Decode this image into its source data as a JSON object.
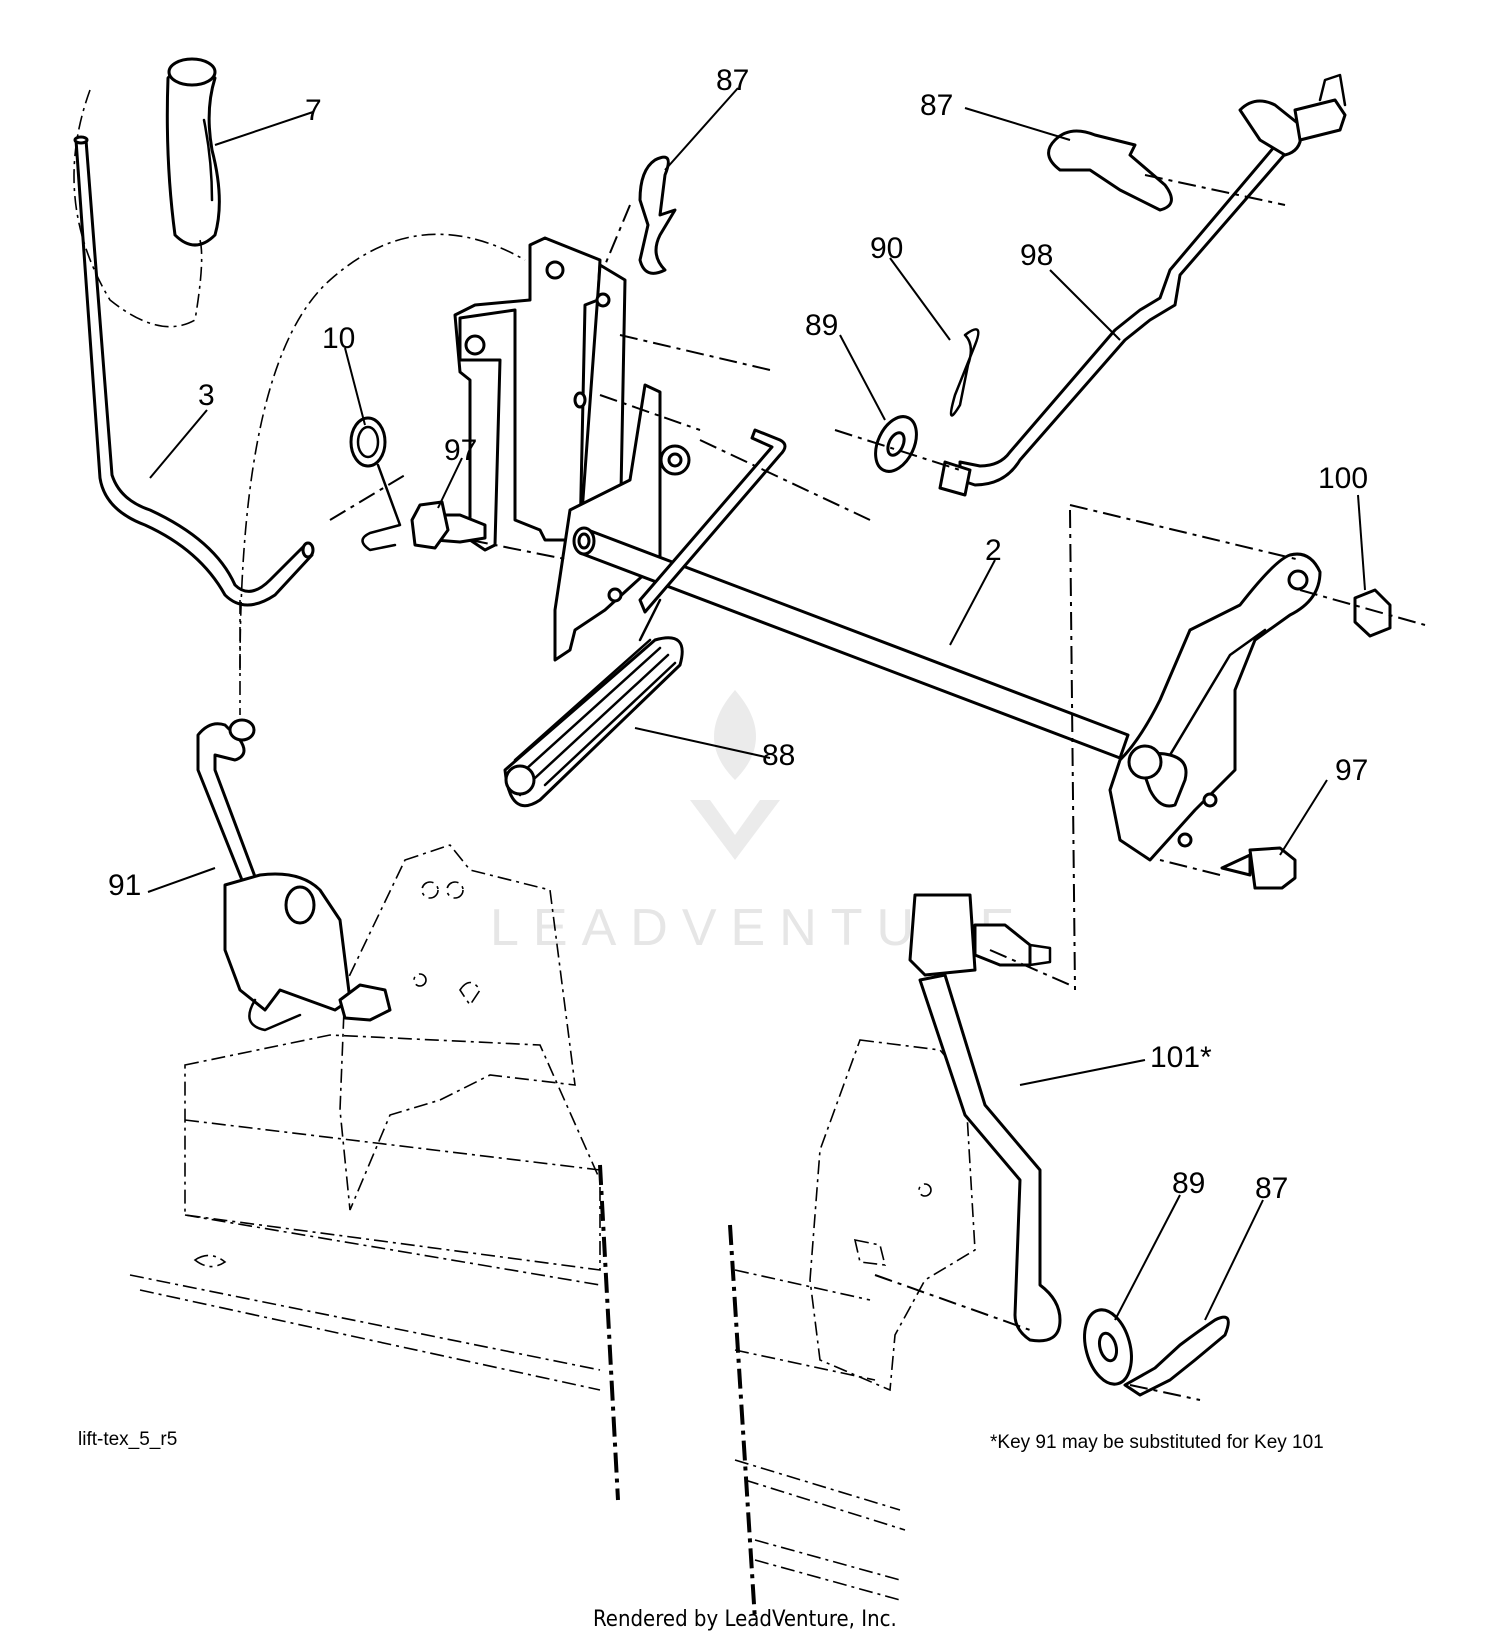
{
  "callouts": {
    "c7": "7",
    "c87_top": "87",
    "c87_right": "87",
    "c3": "3",
    "c10": "10",
    "c97_left": "97",
    "c90": "90",
    "c89_top": "89",
    "c98": "98",
    "c100": "100",
    "c2": "2",
    "c88": "88",
    "c97_right": "97",
    "c91": "91",
    "c101": "101*",
    "c89_bottom": "89",
    "c87_bottom": "87"
  },
  "diagram_id": "lift-tex_5_r5",
  "footnote": "*Key 91 may be substituted for Key 101",
  "watermark": "LEADVENTURE",
  "footer": "Rendered by LeadVenture, Inc."
}
